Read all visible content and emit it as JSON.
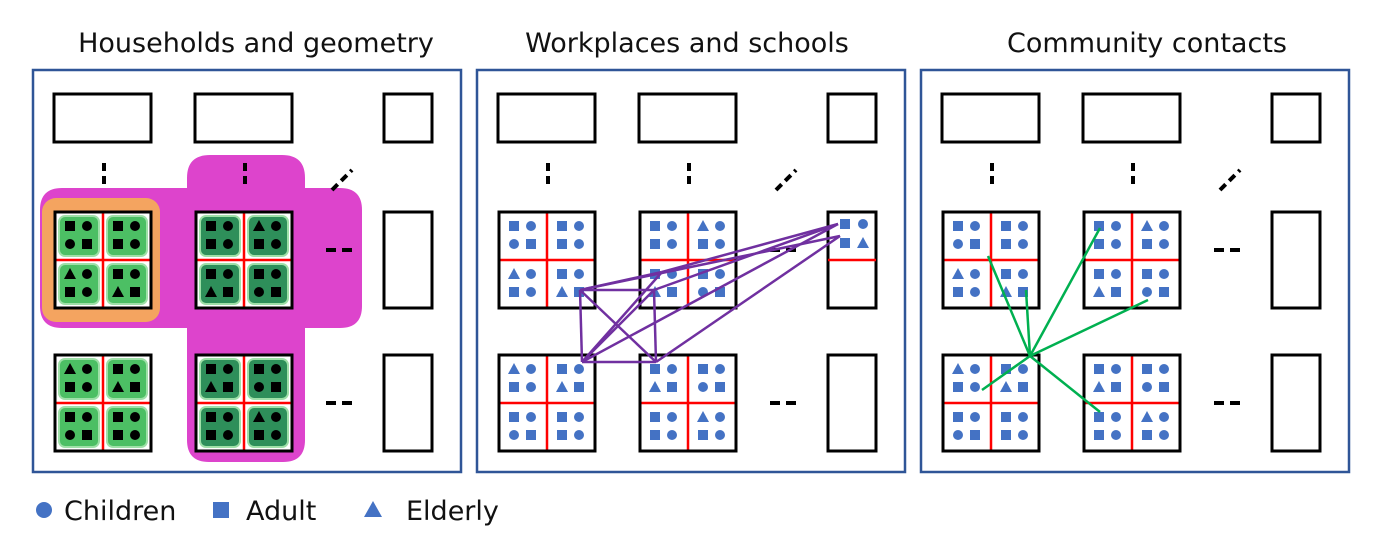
{
  "colors": {
    "frame": "#2f5597",
    "person": "#4472c4",
    "divider": "#ff0000",
    "household_fill": "#4cbf64",
    "household_dark": "#2e8f5a",
    "household_rim": "#9fe0a8",
    "highlight_outer": "#dd44cc",
    "highlight_inner": "#f4a460",
    "workplace_links": "#7030a0",
    "community_links": "#00b050"
  },
  "panels": [
    {
      "title": "Households and geometry"
    },
    {
      "title": "Workplaces and schools"
    },
    {
      "title": "Community contacts"
    }
  ],
  "legend": [
    {
      "shape": "circle",
      "label": "Children"
    },
    {
      "shape": "square",
      "label": "Adult"
    },
    {
      "shape": "triangle",
      "label": "Elderly"
    }
  ]
}
